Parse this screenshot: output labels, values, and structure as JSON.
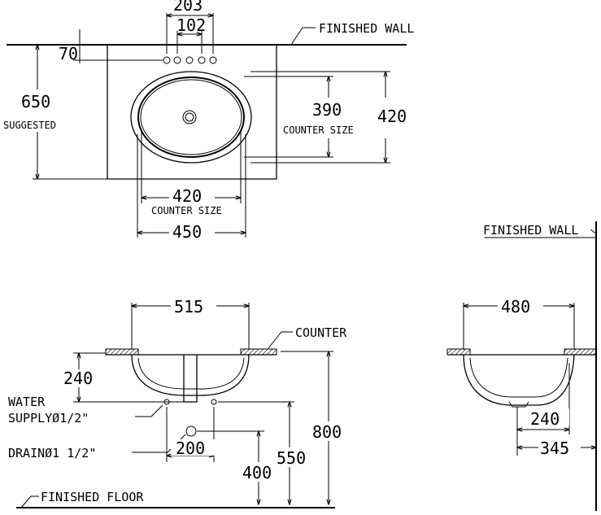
{
  "labels": {
    "finished_wall_top": "FINISHED  WALL",
    "finished_wall_side": "FINISHED  WALL",
    "suggested": "SUGGESTED",
    "counter_size_right": "COUNTER SIZE",
    "counter_size_bottom": "COUNTER  SIZE",
    "counter": "COUNTER",
    "water_supply_line1": "WATER",
    "water_supply_line2": "SUPPLYØ1/2\"",
    "drain": "DRAINØ1  1/2\"",
    "finished_floor": "FINISHED  FLOOR"
  },
  "dimensions": {
    "top_203": "203",
    "top_102": "102",
    "top_70": "70",
    "top_650": "650",
    "top_390": "390",
    "top_420_right": "420",
    "top_420_bottom": "420",
    "top_450": "450",
    "front_515": "515",
    "front_240": "240",
    "front_200": "200",
    "front_800": "800",
    "front_550": "550",
    "front_400": "400",
    "side_480": "480",
    "side_240": "240",
    "side_345": "345"
  }
}
